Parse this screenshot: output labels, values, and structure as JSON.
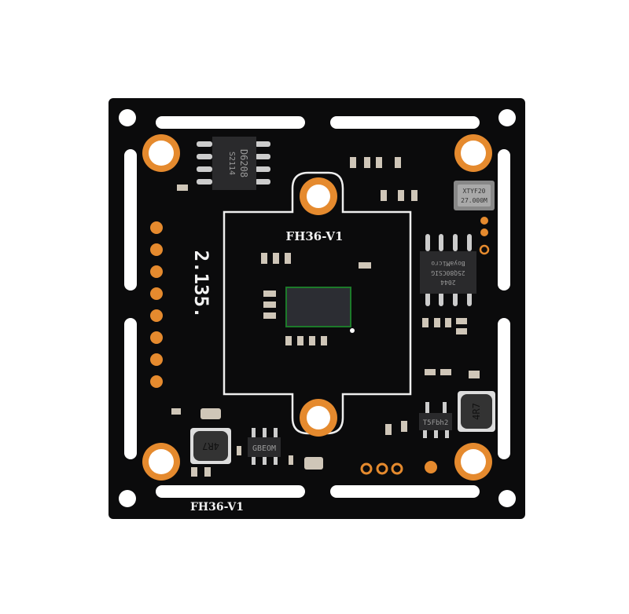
{
  "board": {
    "silkscreen_top": "FH36-V1",
    "silkscreen_bottom": "FH36-V1",
    "side_marking": "2.135.",
    "chips": {
      "driver_line1": "D6208",
      "driver_line2": "S2114",
      "crystal_line1": "XTYF20",
      "crystal_line2": "27.000M",
      "flash_line1": "BoyaMicro",
      "flash_line2": "25Q80CSIG",
      "flash_line3": "2044",
      "inductor_left": "4R7",
      "inductor_right": "4R7",
      "regulator_left": "GBEOM",
      "regulator_right": "T5Fbh2"
    }
  },
  "colors": {
    "pcb": "#0b0b0c",
    "copper": "#e58a2e",
    "silk": "#f2f2f2",
    "chip": "#2a2a2c"
  }
}
